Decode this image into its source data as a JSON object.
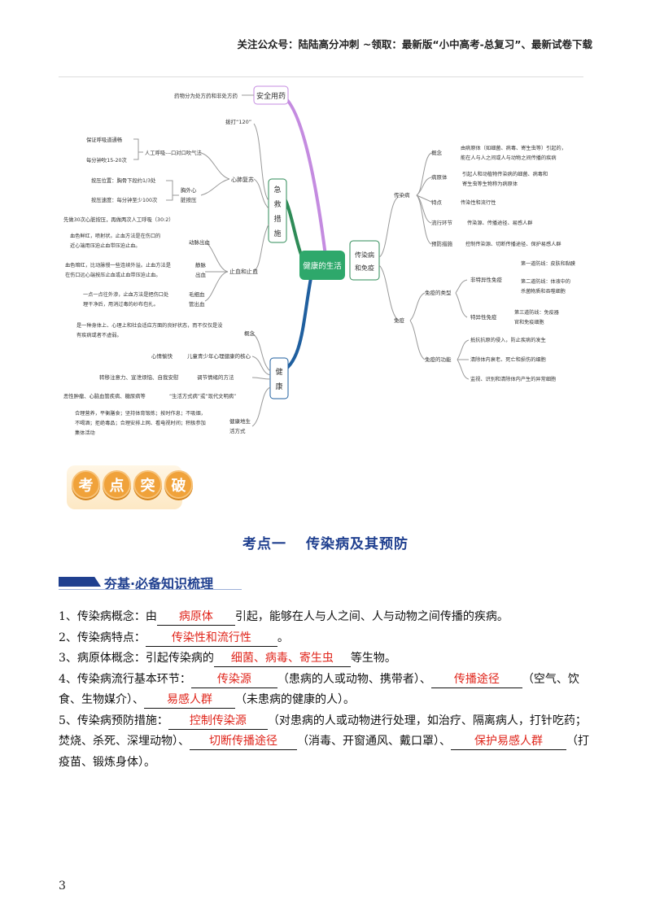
{
  "header": {
    "text": "关注公众号：陆陆高分冲刺 ~领取：最新版“小中高考-总复习”、最新试卷下载"
  },
  "mindmap": {
    "center": "健康的生活",
    "branches": {
      "safe": {
        "label": "安全用药",
        "note": "药物分为处方药和非处方药"
      },
      "first_aid": {
        "label": "急救措施",
        "call": "拨打“120”",
        "cpr": "心肺复苏",
        "rescue_breath": "人工呼吸---口对口吹气法",
        "rb_1": "保证呼吸道通畅",
        "rb_2": "每分钟吹15-20次",
        "compress": "胸外心脏按压",
        "cp_1": "按压位置：胸骨下段约1/3处",
        "cp_2": "按压速度：每分钟至少100次",
        "ratio": "先做30次心脏按压，再做两次人工呼吸（30:2）",
        "bleeding": "止血和止血",
        "artery": "动脉出血",
        "artery_note": "血色鲜红，喷射状。止血方法是在伤口的近心端用压迫止血带压迫止血。",
        "vein": "静脉出血",
        "vein_note": "血色暗红，比动脉慢一些连续外溢。止血方法是在伤口远心端按压止血或止血带压迫止血。",
        "capillary": "毛细血管出血",
        "cap_note": "一点一点往外渗，止血方法是把伤口处理干净后，用消过毒的纱布包扎。"
      },
      "health": {
        "label": "健康",
        "concept": "概念",
        "concept_note": "是一种身体上、心理上和社会适应方面的良好状态，而不仅仅是没有疾病或者不虚弱。",
        "mood": "心情愉快",
        "mood_note": "儿童青少年心理健康的核心",
        "adjust": "调节情绪的方法",
        "adjust_note": "转移注意力、宣泄烦恼、自我安慰",
        "lifestyle_q": "“生活方式病”或“现代文明病”",
        "lifestyle_note": "恶性肿瘤、心脑血管疾病、糖尿病等",
        "choose": "健康地生活方式",
        "choose_note": "合理营养、平衡膳食；坚持体育锻炼；按时作息；不吸烟，不喝酒；拒绝毒品；合理安排上网、看电视时间；积极参加集体活动"
      },
      "disease": {
        "label": "传染病和免疫",
        "infect": "传染病",
        "concept": "概念",
        "concept_note": "由病原体（如细菌、病毒、寄生虫等）引起的，能在人与人之间或人与动物之间传播的疾病",
        "pathogen": "病原体",
        "pathogen_note": "引起人和动植物传染病的细菌、病毒和寄生虫等生物称为病原体",
        "feature": "特点",
        "feature_note": "传染性和流行性",
        "flow": "流行环节",
        "flow_note": "传染源、传播途径、易感人群",
        "prevent": "预防措施",
        "prevent_note": "控制传染源、切断传播途径、保护易感人群",
        "immunity": "免疫",
        "types": "免疫的类型",
        "nonspecific": "非特异性免疫",
        "line1": "第一道防线：皮肤和黏膜",
        "line2": "第二道防线：体液中的杀菌物质和吞噬细胞",
        "specific": "特异性免疫",
        "line3": "第三道防线：免疫器官和免疫细胞",
        "function": "免疫的功能",
        "f1": "抵抗抗原的侵入，防止疾病的发生",
        "f2": "清除体内衰老、死亡和损伤的细胞",
        "f3": "监视、识别和清除体内产生的异常细胞"
      }
    }
  },
  "badge": [
    "考",
    "点",
    "突",
    "破"
  ],
  "title": {
    "part1": "考点一",
    "part2": "传染病及其预防"
  },
  "section": "夯基·必备知识梳理",
  "items": {
    "i1_pre": "1、传染病概念：由",
    "i1_blank": "病原体",
    "i1_post": "引起，能够在人与人之间、人与动物之间传播的疾病。",
    "i2_pre": "2、传染病特点：",
    "i2_blank": "传染性和流行性",
    "i2_post": "。",
    "i3_pre": "3、病原体概念：引起传染病的",
    "i3_blank": "细菌、病毒、寄生虫",
    "i3_post": "等生物。",
    "i4_pre": "4、传染病流行基本环节：",
    "i4_blank1": "传染源",
    "i4_mid1": "（患病的人或动物、携带者）、",
    "i4_blank2": "传播途径",
    "i4_mid2": "（空气、饮食、生物媒介）、",
    "i4_blank3": "易感人群",
    "i4_post": "（未患病的健康的人）。",
    "i5_pre": "5、传染病预防措施：",
    "i5_blank1": "控制传染源",
    "i5_mid1": "（对患病的人或动物进行处理，如治疗、隔离病人，打针吃药；焚烧、杀死、深埋动物）、",
    "i5_blank2": "切断传播途径",
    "i5_mid2": "（消毒、开窗通风、戴口罩）、",
    "i5_blank3": "保护易感人群",
    "i5_post": "（打疫苗、锻炼身体）。"
  },
  "page_number": "3",
  "colors": {
    "accent_blue": "#1f3f8f",
    "answer_red": "#e0251b",
    "badge_orange": "#f0a23a"
  }
}
